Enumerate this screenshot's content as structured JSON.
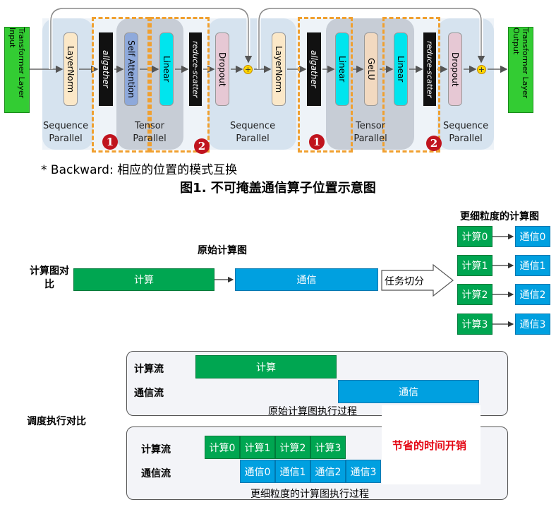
{
  "transformer": {
    "input_label": "Transformer Layer Input",
    "output_label": "Transformer Layer Output",
    "layernorm": "LayerNorm",
    "allgather": "allgather",
    "self_attention": "Self Attention",
    "linear": "Linear",
    "gelu": "GeLU",
    "reduce_scatter": "reduce-scatter",
    "dropout": "Dropout",
    "sequence_parallel": "Sequence Parallel",
    "tensor_parallel": "Tensor Parallel",
    "badge1": "1",
    "badge2": "2",
    "plus": "+"
  },
  "note": "* Backward: 相应的位置的模式互换",
  "figure_title": "图1. 不可掩盖通信算子位置示意图",
  "comparison": {
    "section_label": "计算图对比",
    "original_title": "原始计算图",
    "compute_label": "计算",
    "comm_label": "通信",
    "task_split": "任务切分",
    "fine_title": "更细粒度的计算图",
    "fine_compute": [
      "计算0",
      "计算1",
      "计算2",
      "计算3"
    ],
    "fine_comm": [
      "通信0",
      "通信1",
      "通信2",
      "通信3"
    ]
  },
  "schedule": {
    "section_label": "调度执行对比",
    "compute_stream": "计算流",
    "comm_stream": "通信流",
    "original_caption": "原始计算图执行过程",
    "fine_caption": "更细粒度的计算图执行过程",
    "saved_time": "节省的时间开销",
    "saved_color": "#e30613"
  },
  "colors": {
    "compute": "#00a651",
    "comm": "#00a0e0",
    "highlight": "#f0a030"
  }
}
